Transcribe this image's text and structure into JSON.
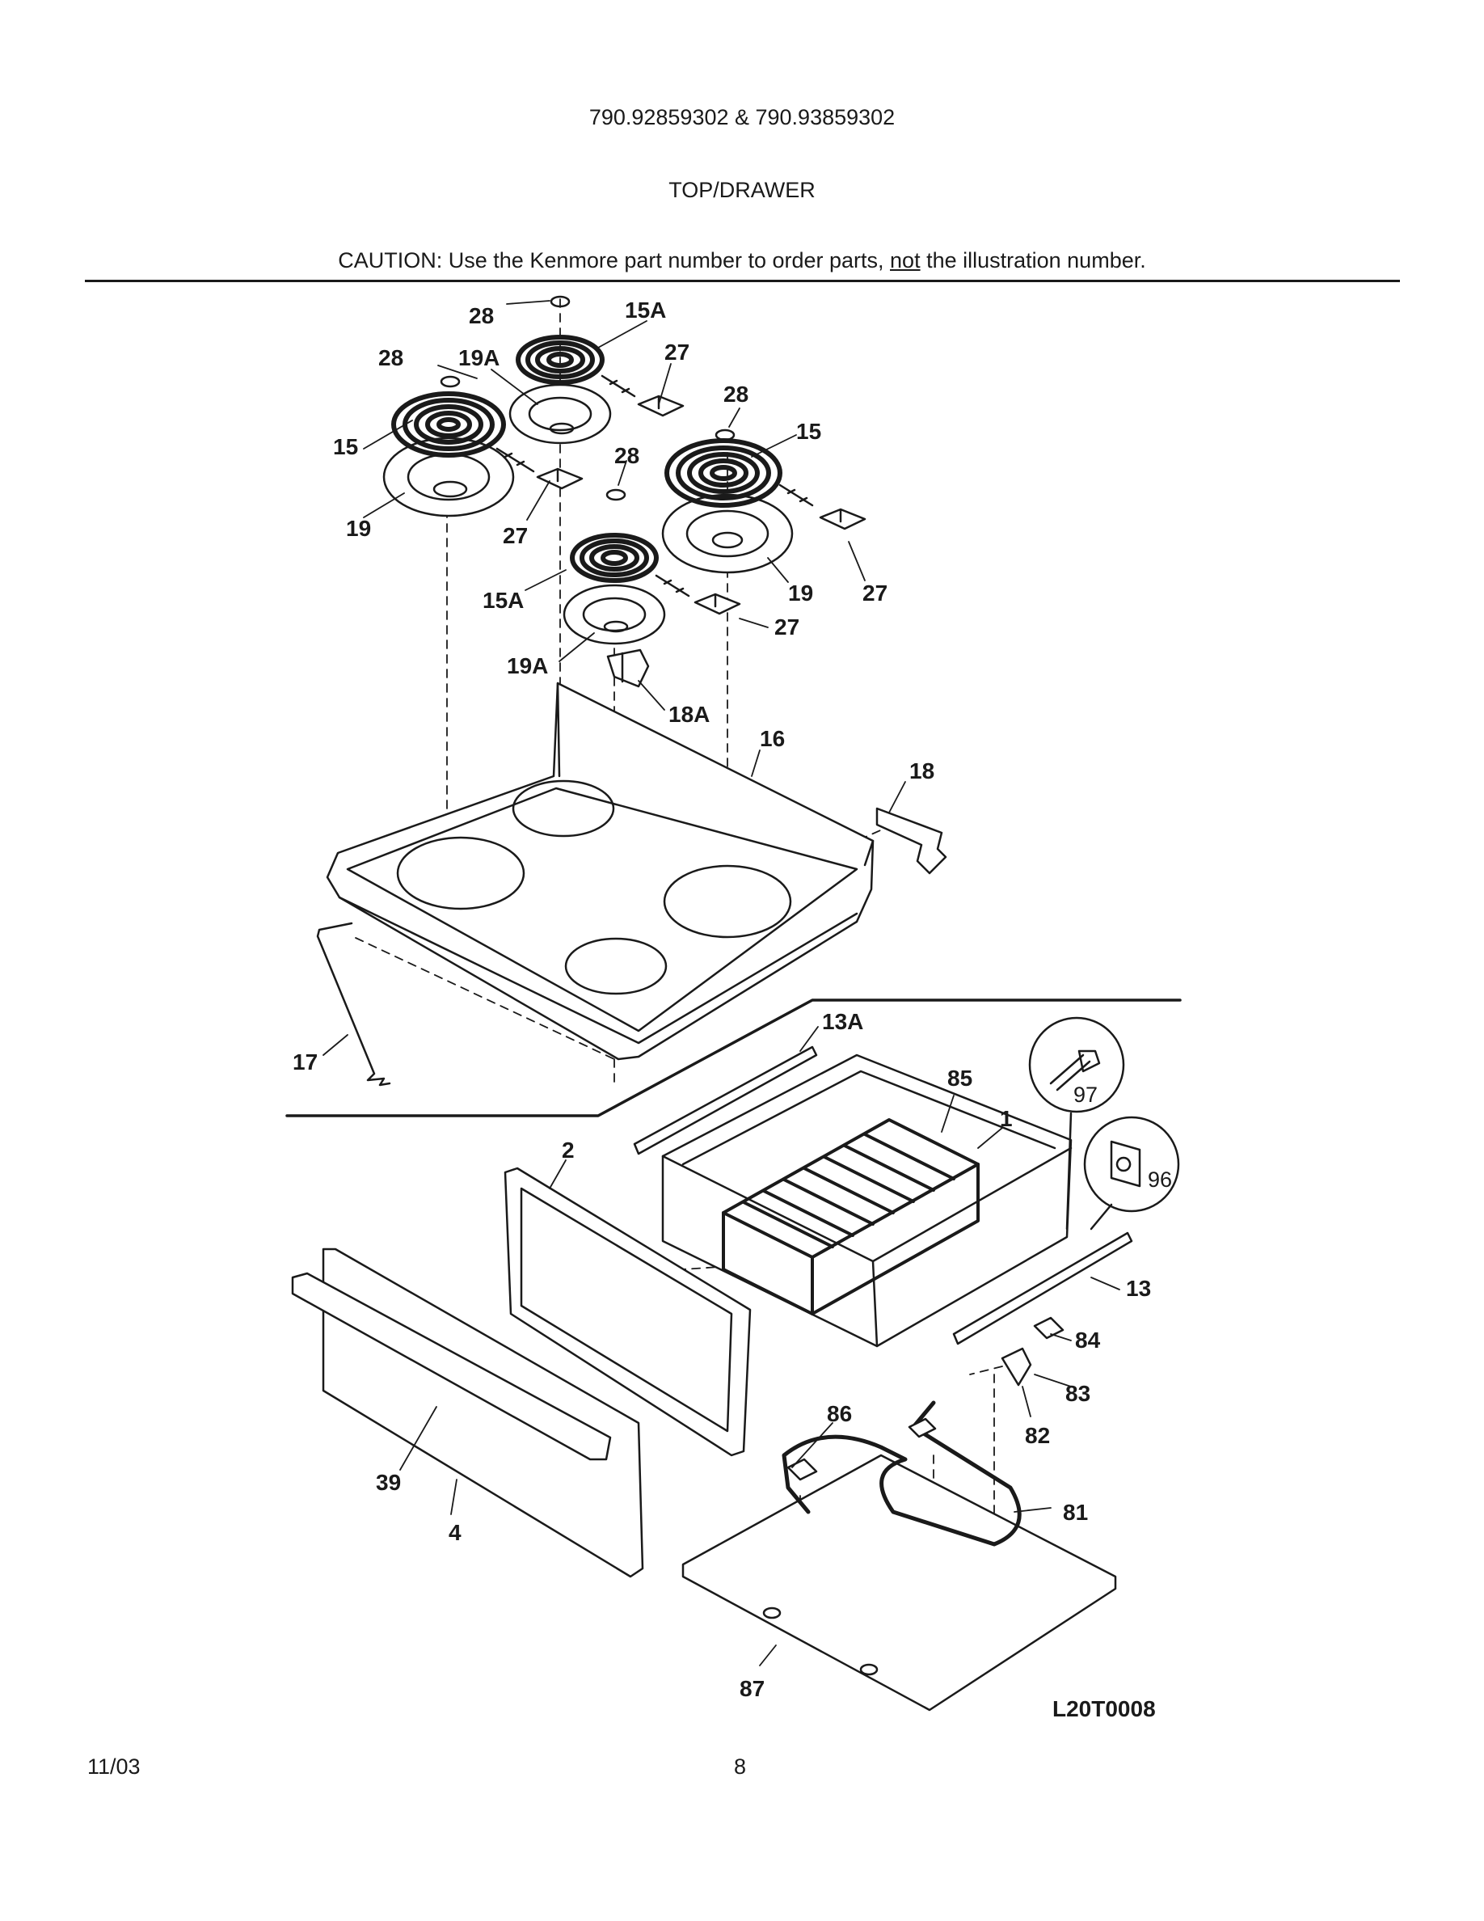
{
  "header": {
    "model": "790.92859302 & 790.93859302",
    "section": "TOP/DRAWER",
    "caution_prefix": "CAUTION: Use the Kenmore part number to order parts, ",
    "caution_emph": "not",
    "caution_suffix": " the illustration number."
  },
  "diagram": {
    "id": "L20T0008",
    "callouts": {
      "c28a": "28",
      "c15Aa": "15A",
      "c28b": "28",
      "c19Aa": "19A",
      "c27a": "27",
      "c28c": "28",
      "c15a": "15",
      "c15b": "15",
      "c28d": "28",
      "c19a": "19",
      "c27b": "27",
      "c15Ab": "15A",
      "c19b": "19",
      "c27c": "27",
      "c27d": "27",
      "c19Ab": "19A",
      "c18A": "18A",
      "c16": "16",
      "c18": "18",
      "c17": "17",
      "c13A": "13A",
      "c85": "85",
      "c1": "1",
      "c2": "2",
      "c13": "13",
      "c84": "84",
      "c83": "83",
      "c82": "82",
      "c86": "86",
      "c81": "81",
      "c39": "39",
      "c4": "4",
      "c87": "87"
    },
    "circled": {
      "c97": "97",
      "c96": "96"
    }
  },
  "footer": {
    "date": "11/03",
    "page": "8"
  }
}
